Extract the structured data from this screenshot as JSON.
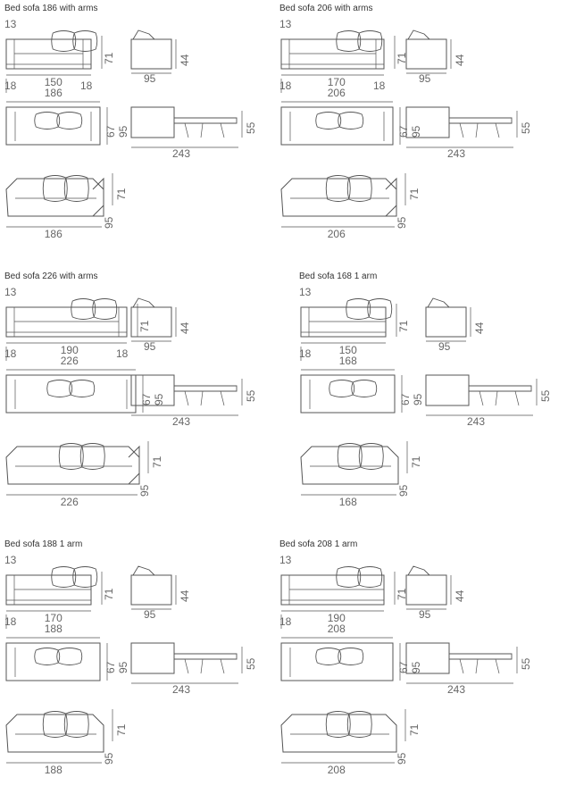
{
  "panels": [
    {
      "title": "Bed sofa 186 with arms",
      "arms": 2,
      "dims": {
        "depth_small": "13",
        "height": "71",
        "seat": "150",
        "arm_left": "18",
        "arm_right": "18",
        "side_depth": "95",
        "side_height": "44",
        "top_width": "186",
        "top_d1": "67",
        "top_d2": "95",
        "bed_height": "55",
        "bed_length": "243",
        "persp_height": "71",
        "persp_depth": "95",
        "persp_width": "186"
      }
    },
    {
      "title": "Bed sofa 206 with arms",
      "arms": 2,
      "dims": {
        "depth_small": "13",
        "height": "71",
        "seat": "170",
        "arm_left": "18",
        "arm_right": "18",
        "side_depth": "95",
        "side_height": "44",
        "top_width": "206",
        "top_d1": "67",
        "top_d2": "95",
        "bed_height": "55",
        "bed_length": "243",
        "persp_height": "71",
        "persp_depth": "95",
        "persp_width": "206"
      }
    },
    {
      "title": "Bed sofa 226 with arms",
      "arms": 2,
      "dims": {
        "depth_small": "13",
        "height": "71",
        "seat": "190",
        "arm_left": "18",
        "arm_right": "18",
        "side_depth": "95",
        "side_height": "44",
        "top_width": "226",
        "top_d1": "67",
        "top_d2": "95",
        "bed_height": "55",
        "bed_length": "243",
        "persp_height": "71",
        "persp_depth": "95",
        "persp_width": "226"
      }
    },
    {
      "title": "Bed sofa 168 1 arm",
      "arms": 1,
      "dims": {
        "depth_small": "13",
        "height": "71",
        "seat": "150",
        "arm_left": "18",
        "arm_right": "",
        "side_depth": "95",
        "side_height": "44",
        "top_width": "168",
        "top_d1": "67",
        "top_d2": "95",
        "bed_height": "55",
        "bed_length": "243",
        "persp_height": "71",
        "persp_depth": "95",
        "persp_width": "168"
      }
    },
    {
      "title": "Bed sofa 188 1 arm",
      "arms": 1,
      "dims": {
        "depth_small": "13",
        "height": "71",
        "seat": "170",
        "arm_left": "18",
        "arm_right": "",
        "side_depth": "95",
        "side_height": "44",
        "top_width": "188",
        "top_d1": "67",
        "top_d2": "95",
        "bed_height": "55",
        "bed_length": "243",
        "persp_height": "71",
        "persp_depth": "95",
        "persp_width": "188"
      }
    },
    {
      "title": "Bed sofa 208 1 arm",
      "arms": 1,
      "dims": {
        "depth_small": "13",
        "height": "71",
        "seat": "190",
        "arm_left": "18",
        "arm_right": "",
        "side_depth": "95",
        "side_height": "44",
        "top_width": "208",
        "top_d1": "67",
        "top_d2": "95",
        "bed_height": "55",
        "bed_length": "243",
        "persp_height": "71",
        "persp_depth": "95",
        "persp_width": "208"
      }
    }
  ]
}
